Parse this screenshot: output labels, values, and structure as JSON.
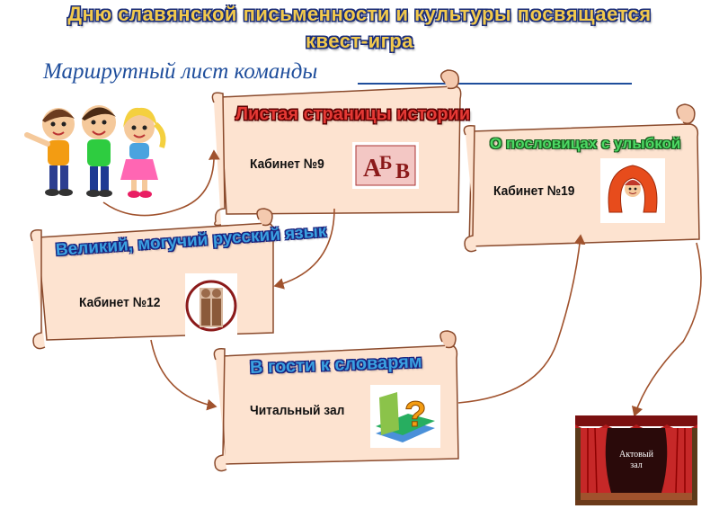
{
  "header": {
    "title_line1": "Дню славянской письменности и культуры посвящается",
    "title_line2": "квест-игра",
    "subtitle": "Маршрутный лист команды"
  },
  "stations": [
    {
      "title": "Листая страницы истории",
      "room": "Кабинет №9",
      "icon": "book-abv-icon"
    },
    {
      "title": "О пословицах с улыбкой",
      "room": "Кабинет №19",
      "icon": "horseshoe-emblem-icon"
    },
    {
      "title": "Великий, могучий русский язык",
      "room": "Кабинет №12",
      "icon": "saints-cyril-methodius-icon"
    },
    {
      "title": "В гости к словарям",
      "room": "Читальный зал",
      "icon": "books-question-icon"
    }
  ],
  "final": {
    "label_line1": "Актовый",
    "label_line2": "зал",
    "icon": "theater-stage-icon"
  },
  "colors": {
    "scroll_fill": "#fde3d0",
    "scroll_stroke": "#8a4a2c",
    "arrow": "#a0522d",
    "title_yellow": "#f2c94c",
    "title_outline": "#1a2d7a"
  }
}
